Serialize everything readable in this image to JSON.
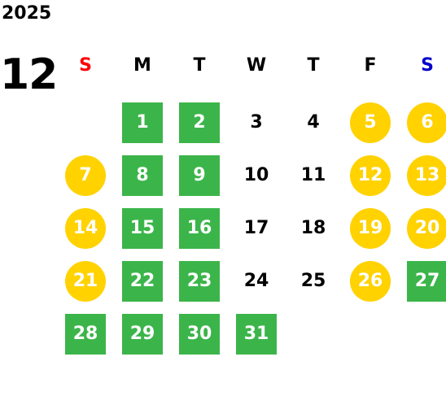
{
  "year": "2025",
  "month": "12",
  "colors": {
    "green": "#3bb54a",
    "yellow": "#ffd200",
    "sunday": "#ff0000",
    "saturday": "#0000cc"
  },
  "weekdays": [
    {
      "label": "S",
      "color": "#ff0000"
    },
    {
      "label": "M",
      "color": "#000000"
    },
    {
      "label": "T",
      "color": "#000000"
    },
    {
      "label": "W",
      "color": "#000000"
    },
    {
      "label": "T",
      "color": "#000000"
    },
    {
      "label": "F",
      "color": "#000000"
    },
    {
      "label": "S",
      "color": "#0000cc"
    }
  ],
  "weeks": [
    [
      null,
      {
        "d": "1",
        "s": "green"
      },
      {
        "d": "2",
        "s": "green"
      },
      {
        "d": "3",
        "s": "plain"
      },
      {
        "d": "4",
        "s": "plain"
      },
      {
        "d": "5",
        "s": "yellow"
      },
      {
        "d": "6",
        "s": "yellow"
      }
    ],
    [
      {
        "d": "7",
        "s": "yellow"
      },
      {
        "d": "8",
        "s": "green"
      },
      {
        "d": "9",
        "s": "green"
      },
      {
        "d": "10",
        "s": "plain"
      },
      {
        "d": "11",
        "s": "plain"
      },
      {
        "d": "12",
        "s": "yellow"
      },
      {
        "d": "13",
        "s": "yellow"
      }
    ],
    [
      {
        "d": "14",
        "s": "yellow"
      },
      {
        "d": "15",
        "s": "green"
      },
      {
        "d": "16",
        "s": "green"
      },
      {
        "d": "17",
        "s": "plain"
      },
      {
        "d": "18",
        "s": "plain"
      },
      {
        "d": "19",
        "s": "yellow"
      },
      {
        "d": "20",
        "s": "yellow"
      }
    ],
    [
      {
        "d": "21",
        "s": "yellow"
      },
      {
        "d": "22",
        "s": "green"
      },
      {
        "d": "23",
        "s": "green"
      },
      {
        "d": "24",
        "s": "plain"
      },
      {
        "d": "25",
        "s": "plain"
      },
      {
        "d": "26",
        "s": "yellow"
      },
      {
        "d": "27",
        "s": "green"
      }
    ],
    [
      {
        "d": "28",
        "s": "green"
      },
      {
        "d": "29",
        "s": "green"
      },
      {
        "d": "30",
        "s": "green"
      },
      {
        "d": "31",
        "s": "green"
      },
      null,
      null,
      null
    ]
  ]
}
